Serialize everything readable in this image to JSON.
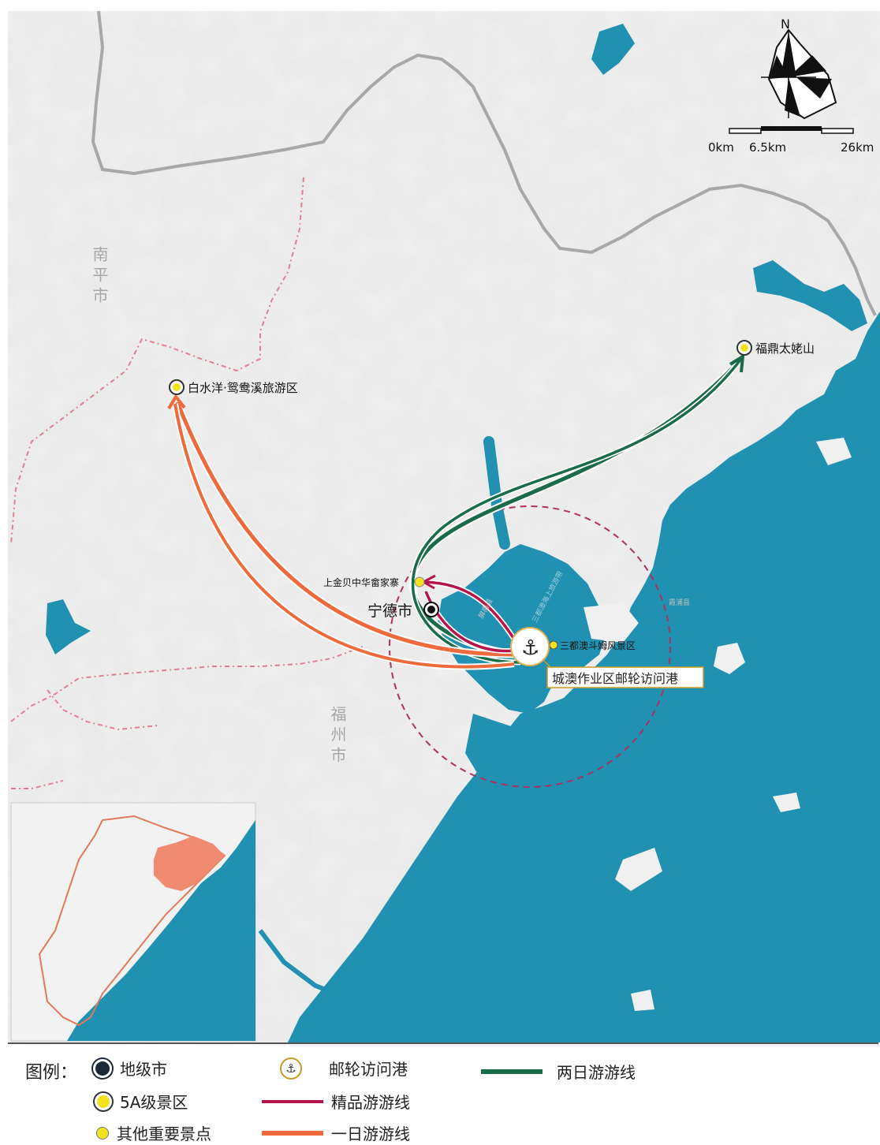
{
  "map": {
    "compass": {
      "north_label": "N"
    },
    "scale_bar": {
      "labels": [
        "0km",
        "6.5km",
        "26km"
      ]
    },
    "regions": [
      {
        "id": "nanping",
        "label": "南平市"
      },
      {
        "id": "fuzhou",
        "label": "福州市"
      },
      {
        "id": "pingnan",
        "label": "屏南县"
      },
      {
        "id": "xiapu",
        "label": "霞浦县"
      }
    ],
    "places": [
      {
        "id": "ningde",
        "label": "宁德市",
        "type": "city"
      },
      {
        "id": "baishuiyang",
        "label": "白水洋·鸳鸯溪旅游区",
        "type": "5a"
      },
      {
        "id": "taimushan",
        "label": "福鼎太姥山",
        "type": "5a"
      },
      {
        "id": "shangjinbei",
        "label": "上金贝中华畲家寨",
        "type": "spot"
      },
      {
        "id": "sandu",
        "label": "三都澳斗姆风景区",
        "type": "spot"
      },
      {
        "id": "bay",
        "label": "三都澳海上旅游带",
        "type": "water"
      }
    ],
    "port": {
      "label": "城澳作业区邮轮访问港",
      "icon": "anchor-icon"
    },
    "routes": [
      {
        "id": "boutique",
        "type": "精品游游线",
        "from": "城澳作业区邮轮访问港",
        "to": "上金贝中华畲家寨"
      },
      {
        "id": "one-day",
        "type": "一日游游线",
        "from": "城澳作业区邮轮访问港",
        "to": "白水洋·鸳鸯溪旅游区"
      },
      {
        "id": "two-day",
        "type": "两日游游线",
        "from": "城澳作业区邮轮访问港",
        "to": "福鼎太姥山"
      }
    ],
    "colors": {
      "sea": "#2091b0",
      "land": "#f0f0f0",
      "two_day_route": "#196b49",
      "one_day_route": "#ec6a3c",
      "boutique_route": "#b5154d",
      "boundary": "#e08090",
      "buffer": "#b03060"
    }
  },
  "legend": {
    "title": "图例：",
    "items": [
      {
        "symbol": "city-dot-icon",
        "label": "地级市"
      },
      {
        "symbol": "5a-dot-icon",
        "label": "5A级景区"
      },
      {
        "symbol": "spot-dot-icon",
        "label": "其他重要景点"
      },
      {
        "symbol": "anchor-icon",
        "label": "邮轮访问港"
      },
      {
        "symbol": "boutique-line",
        "label": "精品游游线"
      },
      {
        "symbol": "one-day-line",
        "label": "一日游游线"
      },
      {
        "symbol": "two-day-line",
        "label": "两日游游线"
      }
    ]
  }
}
